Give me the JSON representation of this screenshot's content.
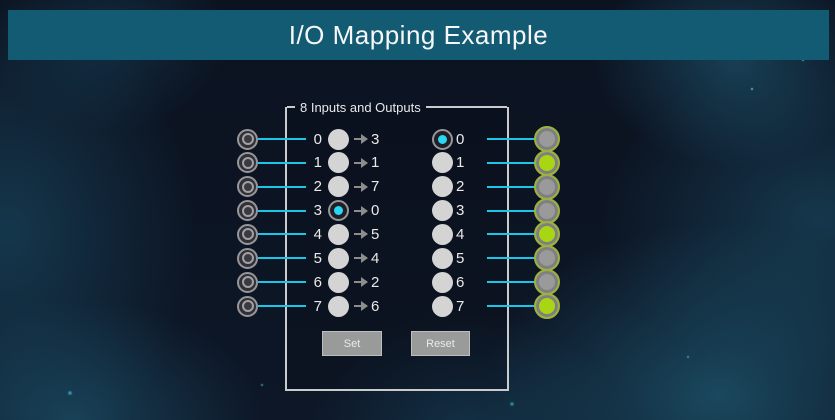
{
  "header": {
    "title": "I/O Mapping Example"
  },
  "panel": {
    "legend": "8 Inputs and Outputs",
    "inputs": [
      {
        "channel": "0",
        "mapped_to": "3",
        "selected": false
      },
      {
        "channel": "1",
        "mapped_to": "1",
        "selected": false
      },
      {
        "channel": "2",
        "mapped_to": "7",
        "selected": false
      },
      {
        "channel": "3",
        "mapped_to": "0",
        "selected": true
      },
      {
        "channel": "4",
        "mapped_to": "5",
        "selected": false
      },
      {
        "channel": "5",
        "mapped_to": "4",
        "selected": false
      },
      {
        "channel": "6",
        "mapped_to": "2",
        "selected": false
      },
      {
        "channel": "7",
        "mapped_to": "6",
        "selected": false
      }
    ],
    "outputs": [
      {
        "channel": "0",
        "selected": true,
        "led_on": false
      },
      {
        "channel": "1",
        "selected": false,
        "led_on": true
      },
      {
        "channel": "2",
        "selected": false,
        "led_on": false
      },
      {
        "channel": "3",
        "selected": false,
        "led_on": false
      },
      {
        "channel": "4",
        "selected": false,
        "led_on": true
      },
      {
        "channel": "5",
        "selected": false,
        "led_on": false
      },
      {
        "channel": "6",
        "selected": false,
        "led_on": false
      },
      {
        "channel": "7",
        "selected": false,
        "led_on": true
      }
    ],
    "buttons": {
      "set": "Set",
      "reset": "Reset"
    }
  },
  "icons": {
    "mapping_arrow": "arrow-right"
  },
  "colors": {
    "title_bar": "#135a73",
    "wire": "#1bc6e8",
    "radio_selected_dot": "#29d7f5",
    "led_on": "#a8d613",
    "led_off": "#9a9a9a",
    "led_ring": "#9db23e"
  }
}
